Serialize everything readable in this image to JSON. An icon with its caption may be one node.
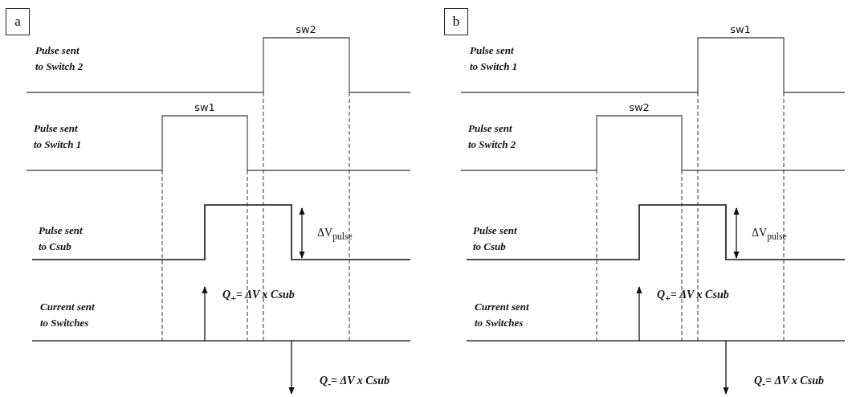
{
  "diagram": {
    "labels": [
      "a",
      "sw2",
      "Pulse sent to Switch 2",
      "sw1",
      "Pulse sent to Switch 1",
      "Pulse sent to Csub",
      "ΔV$_{pulse}$",
      "Q$_{+}$= ΔV x Csub",
      "Current sent to Switches",
      "Q$_{-}$= ΔV x Csub",
      "b",
      "sw1",
      "Pulse sent to Switch 1",
      "sw2",
      "Pulse sent to Switch 2",
      "Pulse sent to Csub",
      "ΔV$_{pulse}$",
      "Q$_{+}$= ΔV x Csub",
      "Current sent to Switches",
      "Q$_{-}$= ΔV x Csub"
    ]
  }
}
